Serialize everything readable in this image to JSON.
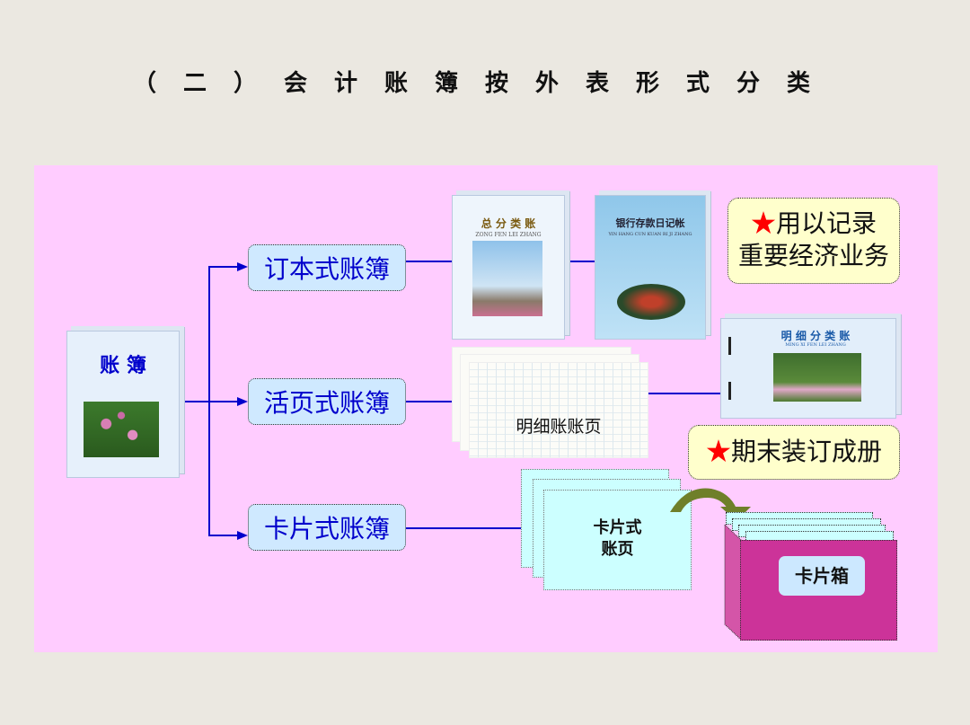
{
  "title": "（二）会计账簿按外表形式分类",
  "root": {
    "label": "账 簿"
  },
  "categories": [
    {
      "label": "订本式账簿"
    },
    {
      "label": "活页式账簿"
    },
    {
      "label": "卡片式账簿"
    }
  ],
  "books": {
    "general": {
      "title": "总 分 类 账",
      "pinyin": "ZONG FEN LEI ZHANG"
    },
    "bank": {
      "title": "银行存款日记帐",
      "pinyin": "YIN HANG CUN KUAN RI JI ZHANG"
    },
    "detail": {
      "title": "明 细 分 类 账",
      "pinyin": "MING XI FEN LEI ZHANG"
    }
  },
  "pages_label": "明细账账页",
  "notes": {
    "bound": {
      "star": "★",
      "line1": "用以记录",
      "line2": "重要经济业务"
    },
    "loose": {
      "star": "★",
      "text": "期末装订成册"
    }
  },
  "cards": {
    "line1": "卡片式",
    "line2": "账页"
  },
  "card_box": {
    "label": "卡片箱"
  },
  "colors": {
    "panel": "#ffccff",
    "category_text": "#0000cc",
    "card_box": "#cc3399",
    "note_bg": "#ffffcc"
  }
}
